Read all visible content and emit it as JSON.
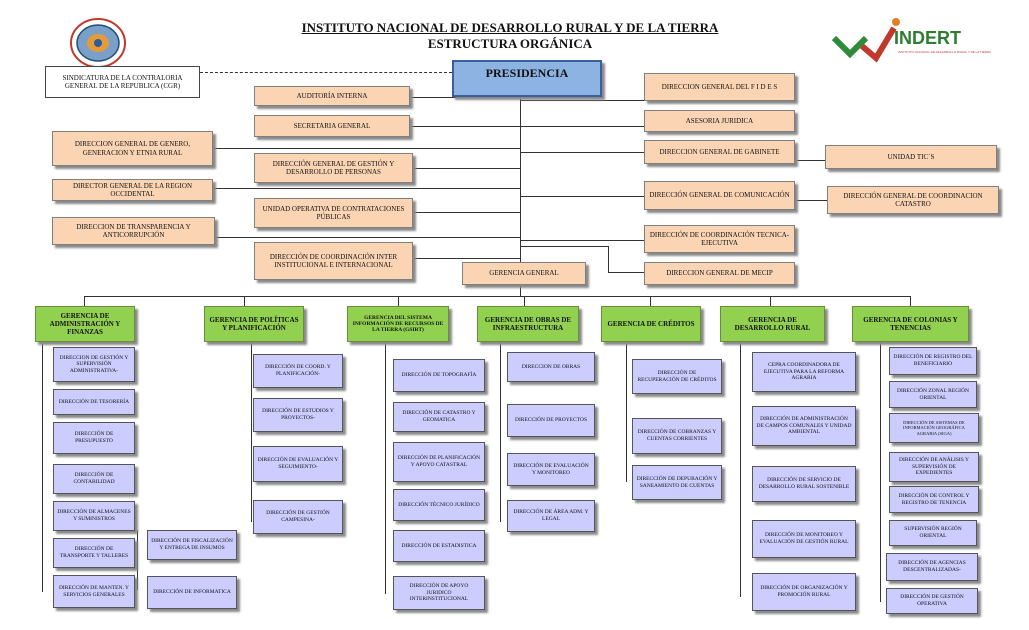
{
  "header": {
    "title": "INSTITUTO NACIONAL DE DESARROLLO  RURAL Y DE LA TIERRA",
    "subtitle": "ESTRUCTURA ORGÁNICA",
    "logo_text": "INDERT",
    "logo_subtext": "INSTITUTO NACIONAL DE DESARROLLO RURAL Y DE LA TIERRA"
  },
  "presidencia": "PRESIDENCIA",
  "sindicatura": "SINDICATURA DE LA  CONTRALORIA GENERAL DE LA REPUBLICA (CGR)",
  "left_units": [
    "AUDITORÍA INTERNA",
    "SECRETARIA GENERAL",
    "DIRECCIÓN GENERAL DE GESTIÓN Y DESARROLLO DE PERSONAS",
    "UNIDAD OPERATIVA DE CONTRATACIONES PÚBLICAS",
    "DIRECCIÓN DE COORDINACIÓN  INTER INSTITUCIONAL E INTERNACIONAL"
  ],
  "far_left_units": [
    "DIRECCION GENERAL DE GENERO, GENERACION Y ETNIA RURAL",
    "DIRECTOR GENERAL DE LA REGION OCCIDENTAL",
    "DIRECCION DE TRANSPARENCIA Y ANTICORRUPCIÓN"
  ],
  "right_units": [
    "DIRECCION GENERAL DEL F I D E S",
    "ASESORIA JURIDICA",
    "DIRECCION  GENERAL DE GABINETE",
    "DIRECCIÓN  GENERAL DE COMUNICACIÓN",
    "DIRECCIÓN DE COORDINACIÓN TECNICA-EJECUTIVA",
    "DIRECCION GENERAL DE MECIP"
  ],
  "far_right_units": [
    "UNIDAD TIC´S",
    "DIRECCIÓN GENERAL DE  COORDINACION CATASTRO"
  ],
  "gerencia_general": "GERENCIA GENERAL",
  "gerencias": [
    {
      "name": "GERENCIA  DE ADMINISTRACIÓN Y FINANZAS",
      "children": [
        "DIRECCION DE GESTIÓN Y SUPERVISIÓN ADMINISTRATIVA-",
        "DIRECCIÓN DE TESORERÍA",
        "DIRECCIÓN DE PRESUPUESTO",
        "DIRECCIÓN DE CONTABILIDAD",
        "DIRECCIÓN DE ALMACENES Y SUMINISTROS",
        "DIRECCIÓN DE TRANSPORTE Y TALLERES",
        "DIRECCIÓN DE MANTEN. Y SERVICIOS GENERALES"
      ],
      "extra": [
        "DIRECCIÓN DE FISCALIZACIÓN Y ENTREGA DE INSUMOS",
        "DIRECCIÓN DE INFORMATICA"
      ]
    },
    {
      "name": "GERENCIA DE POLÍTICAS Y PLANIFICACIÓN",
      "children": [
        "DIRECCIÓN DE COORD. Y PLANIFICACIÓN-",
        "DIRECCIÓN DE ESTUDIOS Y PROYECTOS-",
        "DIRECCIÓN DE EVALUACIÓN Y SEGUIMIENTO-",
        "DIRECCIÓN DE GESTIÓN CAMPESINA-"
      ]
    },
    {
      "name": "GERENCIA DEL SISTEMA INFORMACIÓN DE RECURSOS DE LA TIERRA (GSIRT)",
      "children": [
        "DIRECCIÓN DE TOPOGRAFÍA",
        "DIRECCIÓN DE CATASTRO Y GEOMATICA",
        "DIRECCIÓN DE PLANIFICACIÓN Y APOYO CATASTRAL",
        "DIRECCIÓN TÉCNICO JURÍDICO",
        "DIRECCIÓN DE ESTADISTICA",
        "DIRECCIÓN DE APOYO JURIDICO INTERINSTITUCIONAL"
      ]
    },
    {
      "name": "GERENCIA DE OBRAS DE INFRAESTRUCTURA",
      "children": [
        "DIRECCION DE OBRAS",
        "DIRECCIÓN DE PROYECTOS",
        "DIRECCIÓN DE EVALUACIÓN Y MONITOREO",
        "DIRECCIÓN DE ÁREA ADM. Y LEGAL"
      ]
    },
    {
      "name": "GERENCIA  DE CRÉDITOS",
      "children": [
        "DIRECCIÓN DE RECUPERACIÓN DE CRÉDITOS",
        "DIRECCIÓN DE COBRANZAS Y CUENTAS CORRIENTES",
        "DIRECCIÓN DE DEPURACIÓN Y SANEAMIENTO DE CUENTAS"
      ]
    },
    {
      "name": "GERENCIA DE DESARROLLO RURAL",
      "children": [
        "CEPRA COORDINADORA DE EJECUTIVA PARA LA REFORMA AGRARIA",
        "DIRECCIÓN DE ADMINISTRACIÓN DE CAMPOS COMUNALES Y UNIDAD AMBIENTAL",
        "DIRECCIÓN DE SERVICIO DE DESARROLLO RURAL SOSTENIBLE",
        "DIRECCIÓN DE MONITOREO Y EVALUACIÓN DE GESTIÓN RURAL",
        "DIRECCIÓN DE ORGANIZACIÓN Y PROMOCIÓN RURAL"
      ]
    },
    {
      "name": "GERENCIA DE COLONIAS Y TENENCIAS",
      "children": [
        "DIRECCIÓN DE REGISTRO DEL BENEFICIARIO",
        "DIRECCIÓN ZONAL REGIÓN ORIENTAL",
        "DIRECCIÓN DE SISTEMAS DE INFORMACIÓN GEOGRÁFICA AGRARIA (SIGA)",
        "DIRECCIÓN DE ANÁLISIS Y SUPERVISIÓN DE EXPEDIENTES",
        "DIRECCIÓN DE CONTROL Y REGISTRO DE TENENCIA",
        "SUPERVISIÓN REGIÓN ORIENTAL",
        "DIRECCIÓN DE AGENCIAS DESCENTRALIZADAS-",
        "DIRECCIÓN DE GESTIÓN OPERATIVA"
      ]
    }
  ],
  "colors": {
    "orange": "#fbd4b4",
    "green": "#92d050",
    "lavender": "#ccccff",
    "blue": "#8db3e2"
  }
}
